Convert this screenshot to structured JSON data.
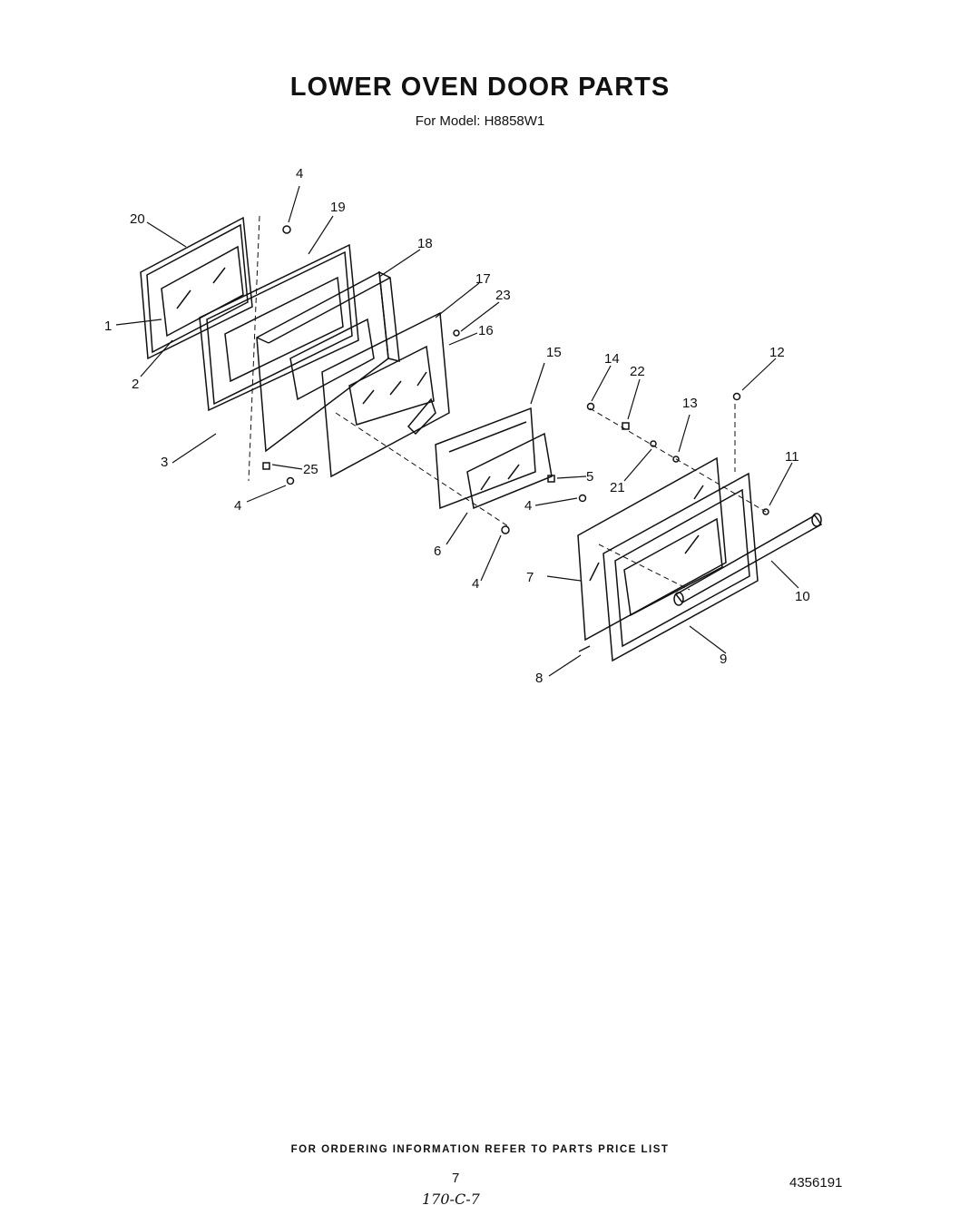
{
  "header": {
    "title": "LOWER OVEN DOOR PARTS",
    "model_line": "For Model: H8858W1"
  },
  "callouts": {
    "c1": "1",
    "c2": "2",
    "c3": "3",
    "c4a": "4",
    "c4b": "4",
    "c4c": "4",
    "c4d": "4",
    "c5": "5",
    "c6": "6",
    "c7": "7",
    "c8": "8",
    "c9": "9",
    "c10": "10",
    "c11": "11",
    "c12": "12",
    "c13": "13",
    "c14": "14",
    "c15": "15",
    "c16": "16",
    "c17": "17",
    "c18": "18",
    "c19": "19",
    "c20": "20",
    "c21": "21",
    "c22": "22",
    "c23": "23",
    "c25": "25"
  },
  "footer": {
    "ordering_note": "FOR ORDERING INFORMATION REFER TO PARTS PRICE LIST",
    "page_number": "7",
    "document_number": "4356191",
    "handwritten_note": "170-C-7"
  }
}
